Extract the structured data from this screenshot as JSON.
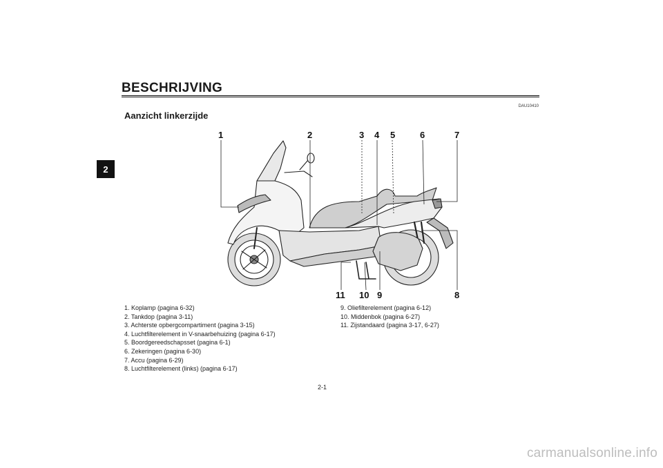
{
  "section_tab": "2",
  "page_title": "BESCHRIJVING",
  "doc_code": "DAU10410",
  "subsection_title": "Aanzicht linkerzijde",
  "callouts": {
    "c1": "1",
    "c2": "2",
    "c3": "3",
    "c4": "4",
    "c5": "5",
    "c6": "6",
    "c7": "7",
    "c8": "8",
    "c9": "9",
    "c10": "10",
    "c11": "11"
  },
  "legend_left": [
    "1. Koplamp (pagina 6-32)",
    "2. Tankdop (pagina 3-11)",
    "3. Achterste opbergcompartiment (pagina 3-15)",
    "4. Luchtfilterelement in V-snaarbehuizing (pagina 6-17)",
    "5. Boordgereedschapsset (pagina 6-1)",
    "6. Zekeringen (pagina 6-30)",
    "7. Accu (pagina 6-29)",
    "8. Luchtfilterelement (links) (pagina 6-17)"
  ],
  "legend_right": [
    "9. Oliefilterelement (pagina 6-12)",
    "10. Middenbok (pagina 6-27)",
    "11. Zijstandaard (pagina 3-17, 6-27)"
  ],
  "page_number": "2-1",
  "watermark": "carmanualsonline.info"
}
